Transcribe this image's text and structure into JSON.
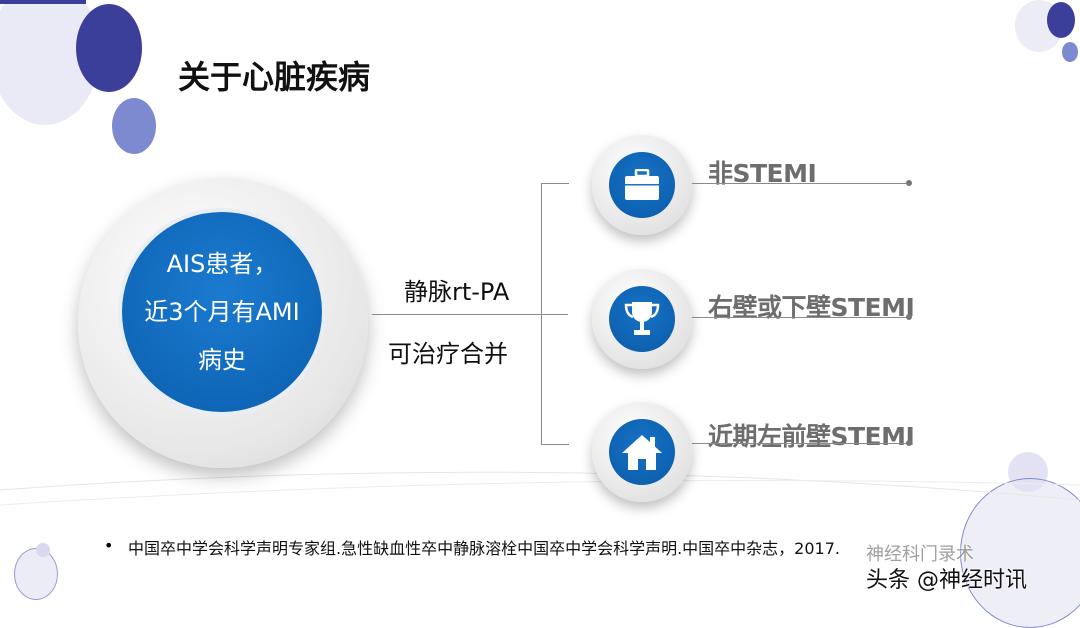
{
  "title": "关于心脏疾病",
  "center": {
    "lines": [
      "AIS患者，",
      "近3个月有AMI",
      "病史"
    ]
  },
  "connector": {
    "top": "静脉rt-PA",
    "bottom": "可治疗合并"
  },
  "branches": [
    {
      "label": "非STEMI",
      "icon": "briefcase-icon"
    },
    {
      "label": "右壁或下壁STEMI",
      "icon": "trophy-icon"
    },
    {
      "label": "近期左前壁STEMI",
      "icon": "home-icon"
    }
  ],
  "reference": "中国卒中学会科学声明专家组.急性缺血性卒中静脉溶栓中国卒中学会科学声明.中国卒中杂志，2017.",
  "watermark": {
    "line1": "神经科门录术",
    "line2": "头条 @神经时讯"
  },
  "colors": {
    "primary": "#0b5eae",
    "deco_dark": "#3b3f9a",
    "deco_light": "#e8e8f4",
    "label": "#6d6d6d"
  }
}
